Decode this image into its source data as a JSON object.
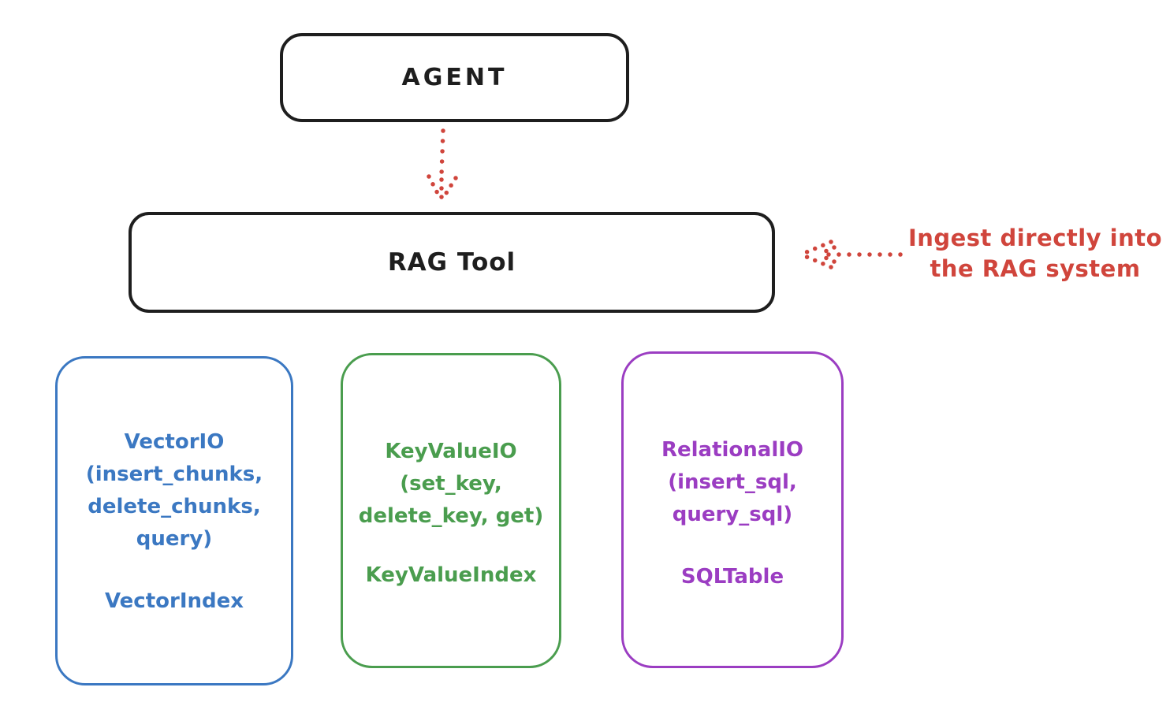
{
  "agent": {
    "label": "AGENT"
  },
  "rag_tool": {
    "label": "RAG Tool"
  },
  "annotation": {
    "line1": "Ingest directly into",
    "line2": "the RAG system"
  },
  "boxes": {
    "vector": {
      "lines": [
        "VectorIO",
        "(insert_chunks,",
        "delete_chunks,",
        "query)"
      ],
      "index_label": "VectorIndex"
    },
    "keyvalue": {
      "lines": [
        "KeyValueIO",
        "(set_key,",
        "delete_key, get)"
      ],
      "index_label": "KeyValueIndex"
    },
    "relational": {
      "lines": [
        "RelationalIO",
        "(insert_sql,",
        "query_sql)"
      ],
      "index_label": "SQLTable"
    }
  },
  "colors": {
    "ink": "#1e1e1e",
    "red": "#d0453c",
    "blue": "#3b78c2",
    "green": "#4a9d4e",
    "purple": "#9b3dc2",
    "bg": "#ffffff"
  }
}
